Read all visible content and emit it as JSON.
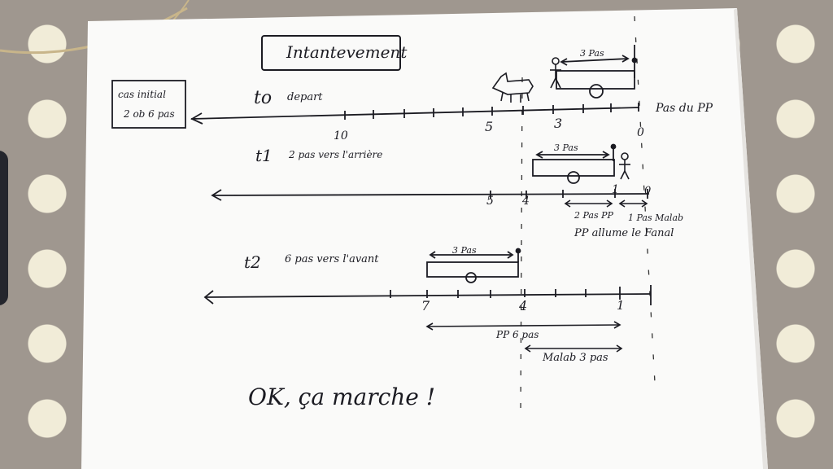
{
  "title": "Intantevement",
  "initial_box": {
    "line1": "cas initial",
    "line2": "2 ob 6 pas"
  },
  "row_t0": {
    "label": "to",
    "desc": "depart",
    "numbers": [
      "10",
      "5",
      "3",
      "0"
    ],
    "distance_label": "3 Pas",
    "right_label": "Pas du PP"
  },
  "row_t1": {
    "label": "t1",
    "desc": "2 pas vers l'arrière",
    "numbers": [
      "5",
      "4",
      "1",
      "0"
    ],
    "distance_label": "3 Pas",
    "note_pp": "2 Pas PP",
    "note_malab": "1 Pas Malab",
    "note_fanal": "PP allume le Fanal"
  },
  "row_t2": {
    "label": "t2",
    "desc": "6 pas vers l'avant",
    "numbers": [
      "7",
      "4",
      "1"
    ],
    "distance_label": "3 Pas",
    "note_pp": "PP 6 pas",
    "note_malab": "Malab 3 pas"
  },
  "conclusion": "OK, ça marche !"
}
